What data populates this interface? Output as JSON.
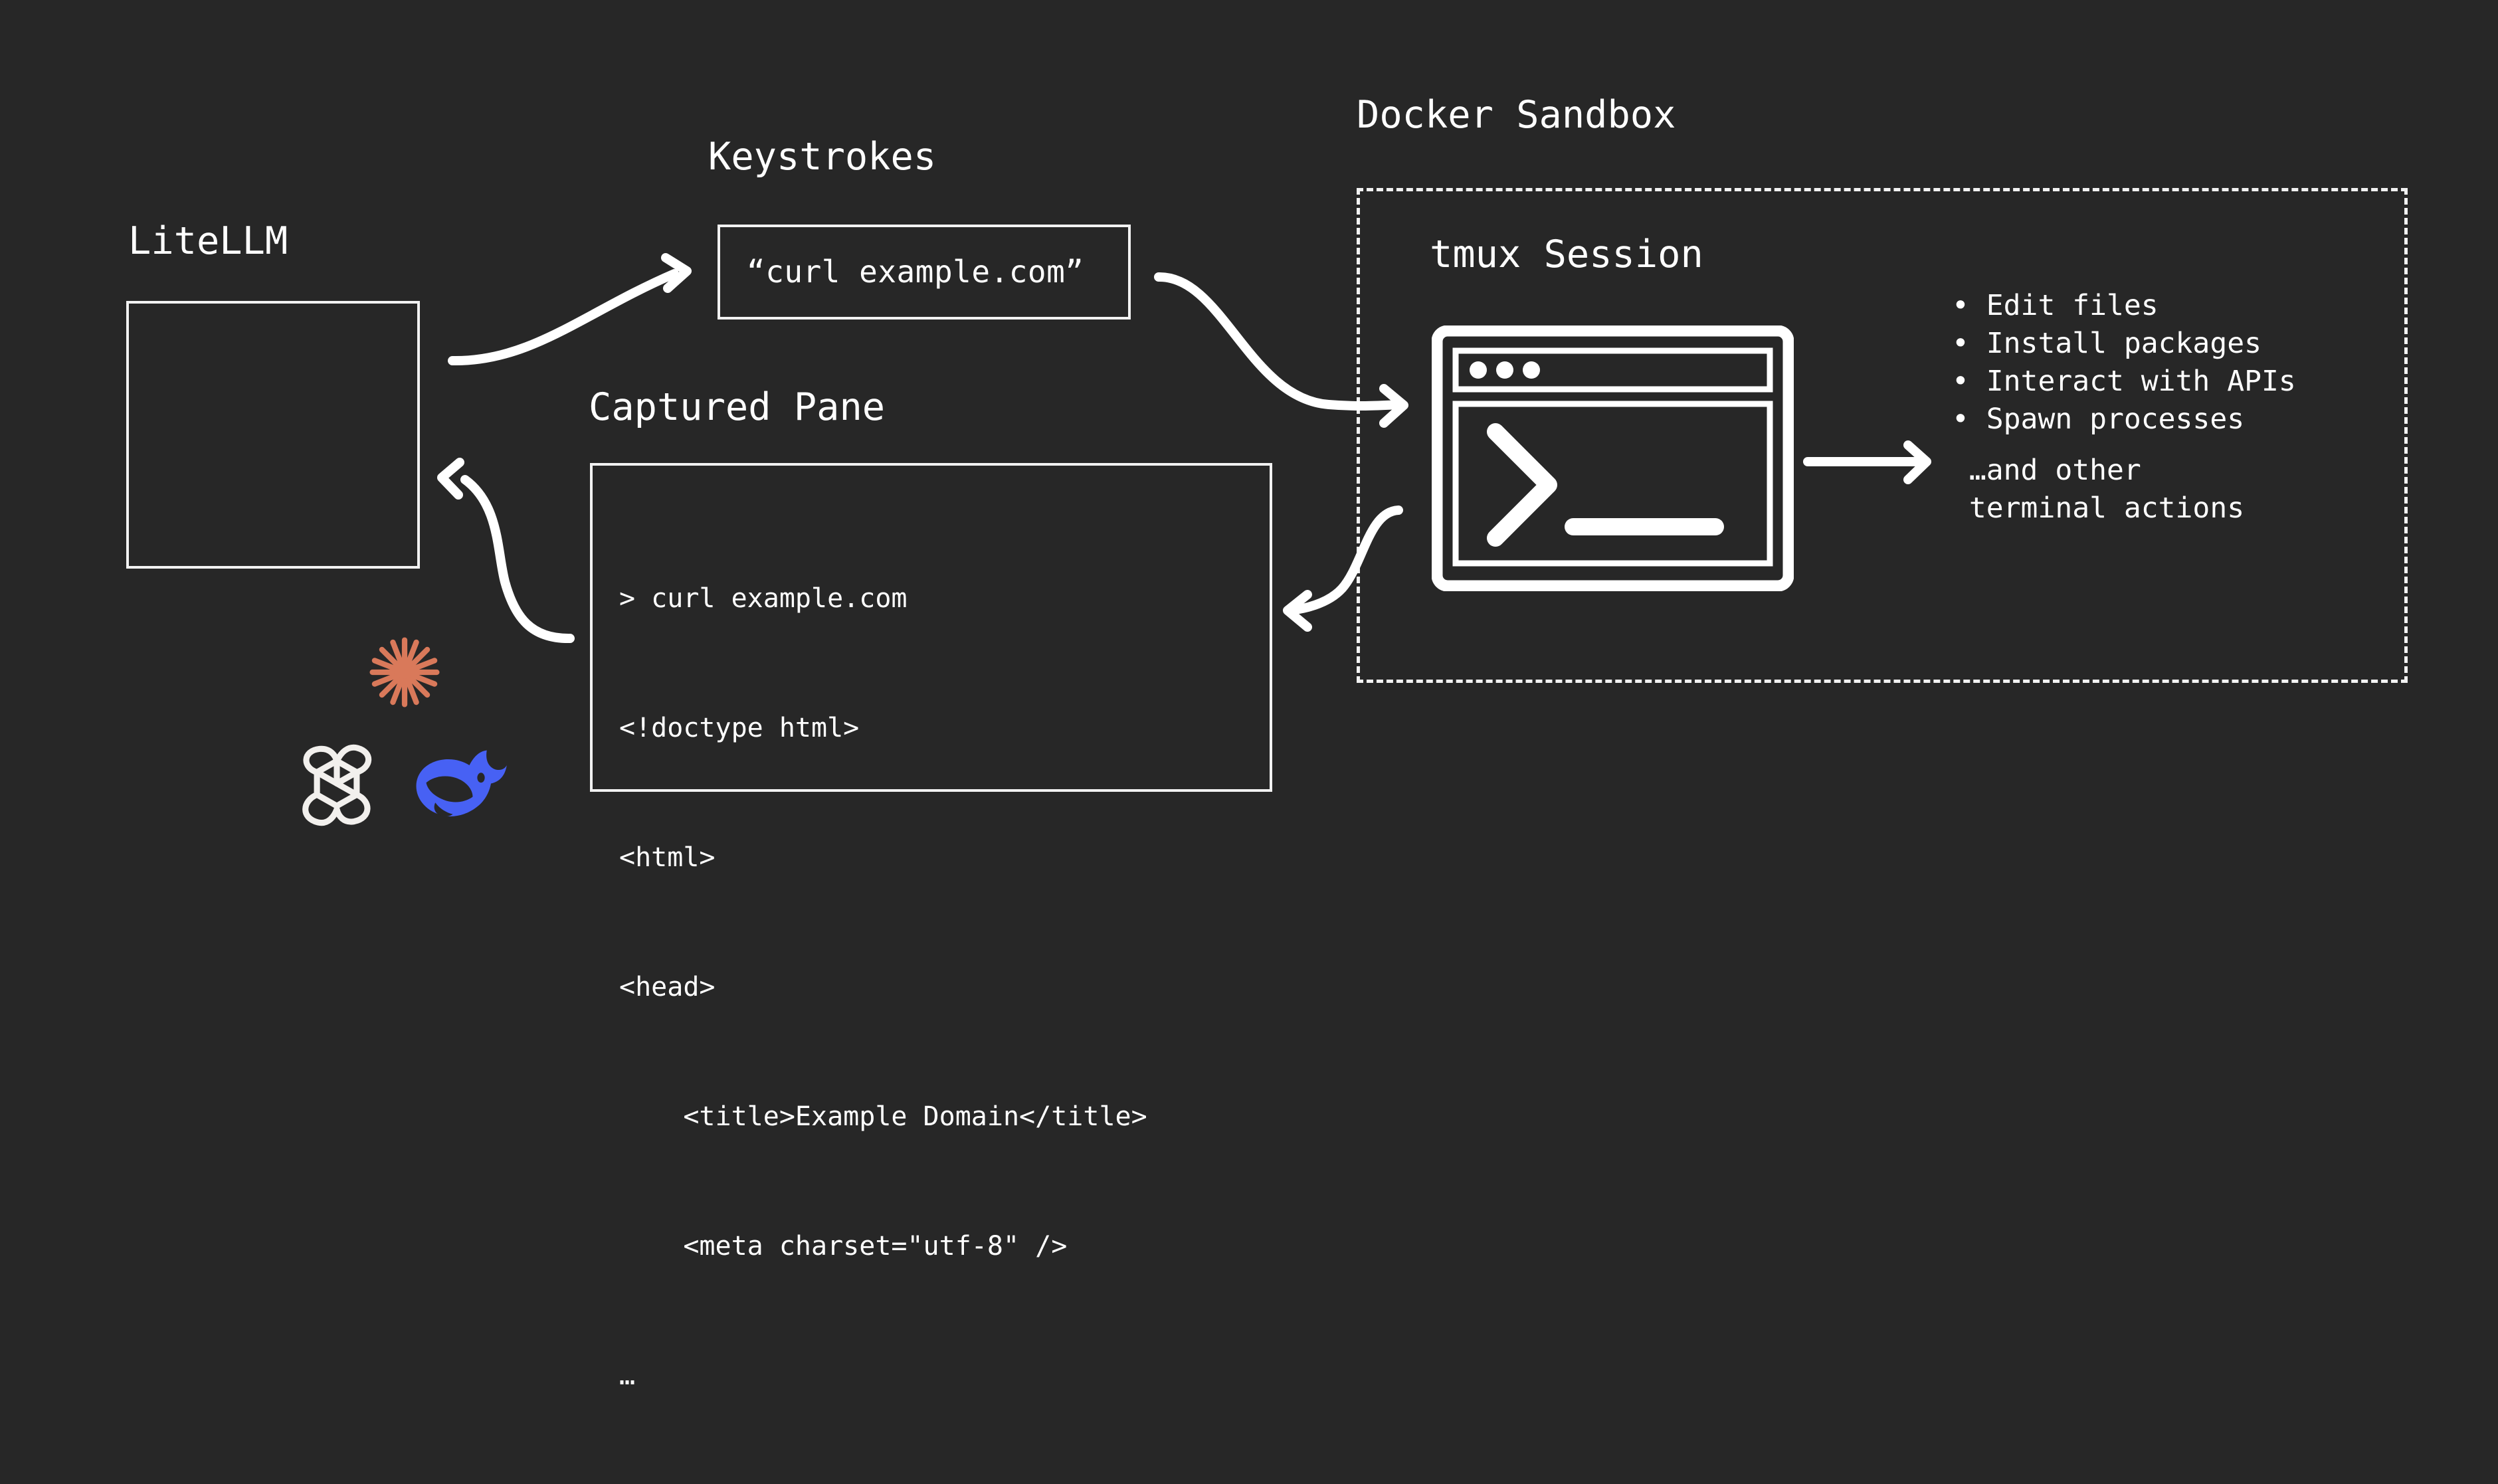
{
  "background_color": "#272727",
  "foreground_color": "#ffffff",
  "diagram": {
    "title_litellm": "LiteLLM",
    "title_keystrokes": "Keystrokes",
    "title_captured_pane": "Captured Pane",
    "title_docker_sandbox": "Docker Sandbox",
    "title_tmux_session": "tmux Session"
  },
  "litellm": {
    "providers": [
      {
        "name": "anthropic-logo",
        "color": "#d9795a"
      },
      {
        "name": "openai-logo",
        "color": "#f2f0ed"
      },
      {
        "name": "deepseek-logo",
        "color": "#4761f4"
      }
    ]
  },
  "keystrokes": {
    "command": "“curl example.com”"
  },
  "captured_pane": {
    "lines": [
      "> curl example.com",
      "<!doctype html>",
      "<html>",
      "<head>",
      "    <title>Example Domain</title>",
      "    <meta charset=\"utf-8\" />",
      "…"
    ]
  },
  "terminal": {
    "prompt_glyph": ">",
    "cursor_glyph": "_",
    "window_dots": 3
  },
  "capabilities": {
    "bullets": [
      "• Edit files",
      "• Install packages",
      "• Interact with APIs",
      "• Spawn processes"
    ],
    "tail": [
      " …and other",
      " terminal actions"
    ]
  },
  "arrows": [
    {
      "name": "litellm-to-keystrokes",
      "direction": "right"
    },
    {
      "name": "keystrokes-to-tmux",
      "direction": "right"
    },
    {
      "name": "tmux-to-captured-pane",
      "direction": "left"
    },
    {
      "name": "captured-pane-to-litellm",
      "direction": "left"
    },
    {
      "name": "tmux-to-capabilities",
      "direction": "right"
    }
  ]
}
